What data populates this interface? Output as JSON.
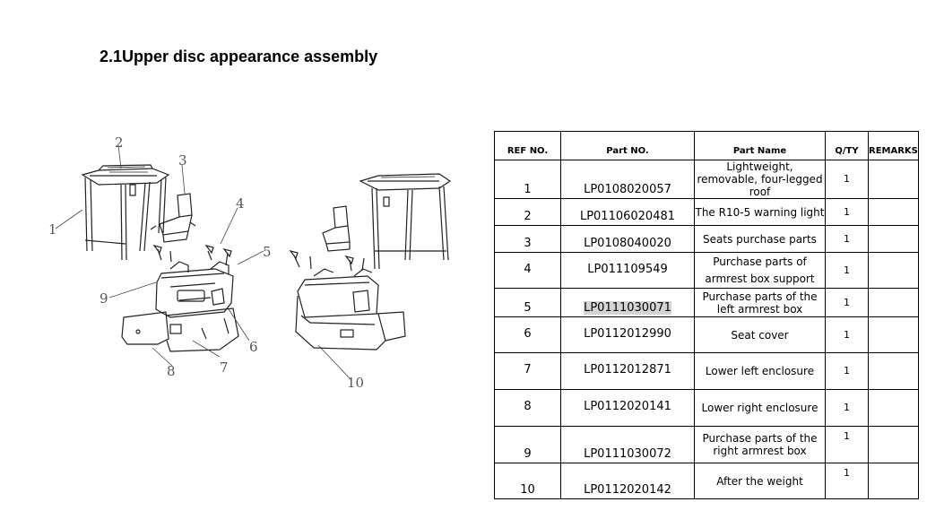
{
  "page": {
    "title": "2.1Upper disc appearance assembly"
  },
  "drawing": {
    "callouts": [
      "1",
      "2",
      "3",
      "4",
      "5",
      "6",
      "7",
      "8",
      "9",
      "10"
    ]
  },
  "table": {
    "headers": [
      "REF NO.",
      "Part NO.",
      "Part Name",
      "Q/TY",
      "REMARKS"
    ],
    "rows": [
      {
        "ref": "1",
        "part_no": "LP0108020057",
        "name": "Lightweight, removable, four-legged roof",
        "qty": "1",
        "remarks": ""
      },
      {
        "ref": "2",
        "part_no": "LP01106020481",
        "name": "The R10-5 warning light",
        "qty": "1",
        "remarks": ""
      },
      {
        "ref": "3",
        "part_no": "LP0108040020",
        "name": "Seats purchase parts",
        "qty": "1",
        "remarks": ""
      },
      {
        "ref": "4",
        "part_no": "LP011109549",
        "name": "Purchase parts of armrest box support",
        "qty": "1",
        "remarks": ""
      },
      {
        "ref": "5",
        "part_no": "LP0111030071",
        "name": "Purchase parts of the left armrest box",
        "qty": "1",
        "remarks": ""
      },
      {
        "ref": "6",
        "part_no": "LP0112012990",
        "name": "Seat cover",
        "qty": "1",
        "remarks": ""
      },
      {
        "ref": "7",
        "part_no": "LP0112012871",
        "name": "Lower left enclosure",
        "qty": "1",
        "remarks": ""
      },
      {
        "ref": "8",
        "part_no": "LP0112020141",
        "name": "Lower right enclosure",
        "qty": "1",
        "remarks": ""
      },
      {
        "ref": "9",
        "part_no": "LP0111030072",
        "name": "Purchase parts of the right armrest box",
        "qty": "1",
        "remarks": ""
      },
      {
        "ref": "10",
        "part_no": "LP0112020142",
        "name": "After the weight",
        "qty": "1",
        "remarks": ""
      }
    ]
  }
}
